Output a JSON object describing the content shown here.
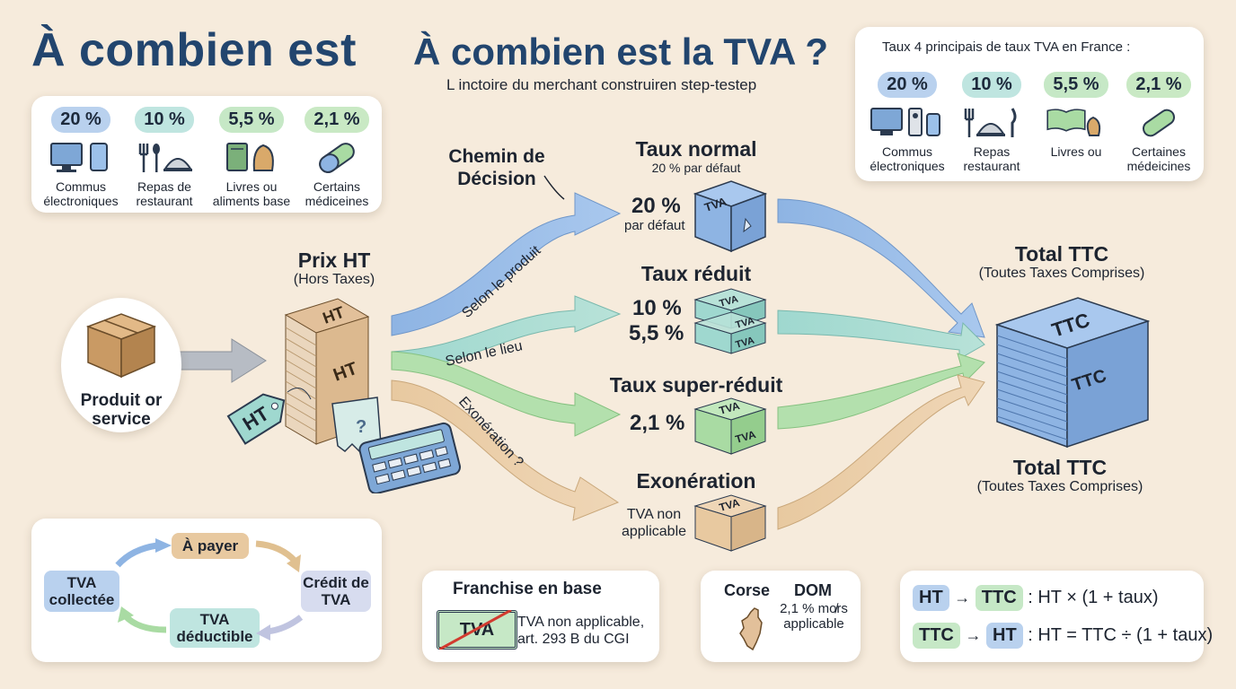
{
  "title_left": "À combien est",
  "title_main": "À combien est la TVA ?",
  "subtitle": "L inctoire du merchant construiren step-testep",
  "rates_card_left": {
    "items": [
      {
        "rate": "20 %",
        "label": "Commus électroniques",
        "color": "#b9d1ee"
      },
      {
        "rate": "10 %",
        "label": "Repas de restaurant",
        "color": "#bfe5e0"
      },
      {
        "rate": "5,5 %",
        "label": "Livres ou aliments base",
        "color": "#c6e8c6"
      },
      {
        "rate": "2,1 %",
        "label": "Certains médiceines",
        "color": "#c9e9c4"
      }
    ]
  },
  "rates_card_right": {
    "heading": "Taux 4 principais de taux TVA en France :",
    "items": [
      {
        "rate": "20 %",
        "label": "Commus électroniques"
      },
      {
        "rate": "10 %",
        "label": "Repas restaurant"
      },
      {
        "rate": "5,5 %",
        "label": "Livres ou"
      },
      {
        "rate": "2,1 %",
        "label": "Certaines médeicines"
      }
    ]
  },
  "product": {
    "label": "Produit or service"
  },
  "prix_ht": {
    "title": "Prix HT",
    "sub": "(Hors Taxes)",
    "box_text_1": "HT",
    "box_text_2": "HT",
    "tag_text": "HT",
    "receipt_text": "?"
  },
  "decision": {
    "label": "Chemin de Décision"
  },
  "flows": {
    "selon_produit": "Selon le produit",
    "selon_lieu": "Selon le lieu",
    "exoneration": "Exonération ?"
  },
  "nodes": {
    "normal": {
      "title": "Taux normal",
      "sub": "20 % par défaut",
      "value": "20 %",
      "value_sub": "par défaut",
      "box": "TVA"
    },
    "reduit": {
      "title": "Taux réduit",
      "value1": "10 %",
      "value2": "5,5 %",
      "box": "TVA"
    },
    "super": {
      "title": "Taux super-réduit",
      "value": "2,1 %",
      "box": "TVA"
    },
    "exon": {
      "title": "Exonération",
      "value": "TVA non applicable",
      "box": "TVA"
    }
  },
  "totals": {
    "top_title": "Total TTC",
    "top_sub": "(Toutes Taxes Comprises)",
    "bottom_title": "Total TTC",
    "bottom_sub": "(Toutes Taxes Comprises)",
    "box_text_1": "TTC",
    "box_text_2": "TTC"
  },
  "cycle": {
    "a_payer": "À payer",
    "credit": "Crédit de TVA",
    "deductible": "TVA déductible",
    "collectee": "TVA collectée"
  },
  "franchise": {
    "title": "Franchise en base",
    "stamp": "TVA",
    "text": "TVA non applicable, art. 293 B du CGI"
  },
  "corse_dom": {
    "corse": "Corse",
    "dom": "DOM",
    "dom_text": "2,1 % mo̸rs applicable"
  },
  "formulas": {
    "row1": {
      "from": "HT",
      "arrow": "→",
      "to": "TTC",
      "expr": ": HT × (1 + taux)"
    },
    "row2": {
      "from": "TTC",
      "arrow": "→",
      "to": "HT",
      "expr": ": HT = TTC ÷ (1 + taux)"
    }
  },
  "colors": {
    "blue": "#8eb4e3",
    "teal": "#9fd8cf",
    "green": "#a9dba3",
    "tan": "#e8c9a0",
    "title": "#22456e"
  }
}
